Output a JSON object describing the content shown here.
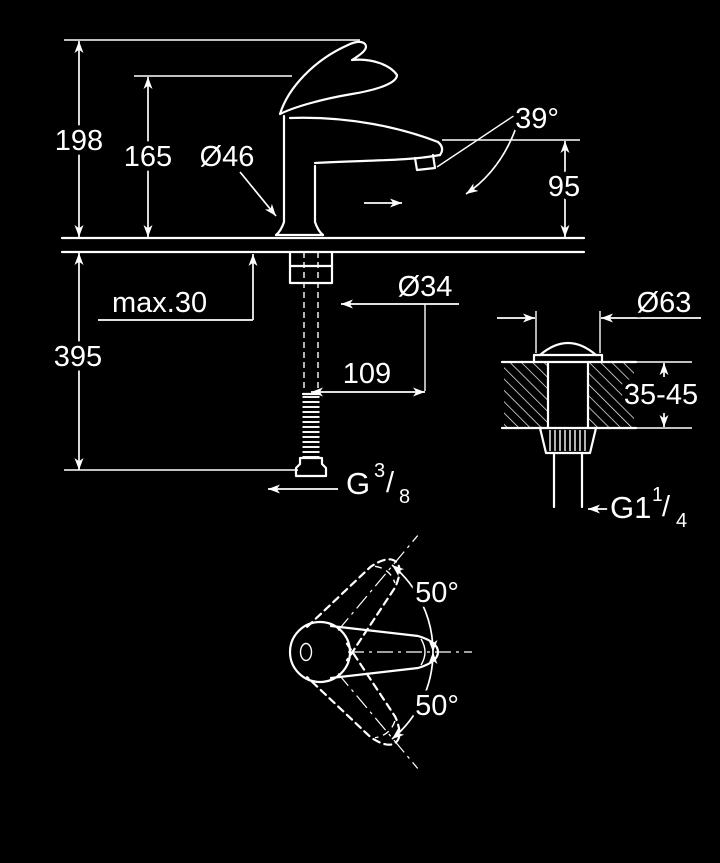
{
  "drawing": {
    "kind": "technical-dimension-drawing",
    "subject": "single-lever basin mixer with pop-up waste and handle swing top view",
    "colors": {
      "background": "#000000",
      "line": "#ffffff"
    }
  },
  "labels": {
    "total_height": "198",
    "body_height": "165",
    "base_diameter": "Ø46",
    "spout_angle": "39°",
    "spout_height": "95",
    "max_deck_thickness": "max.30",
    "hole_diameter": "Ø34",
    "hose_length": "395",
    "spout_projection": "109",
    "supply_thread_g": "G",
    "supply_thread_numerator": "3",
    "supply_thread_slash": "/",
    "supply_thread_denominator": "8",
    "waste_flange_diameter": "Ø63",
    "waste_deck_range": "35-45",
    "waste_thread_g": "G1",
    "waste_thread_numerator": "1",
    "waste_thread_slash": "/",
    "waste_thread_denominator": "4",
    "handle_swing_upper": "50°",
    "handle_swing_lower": "50°"
  }
}
